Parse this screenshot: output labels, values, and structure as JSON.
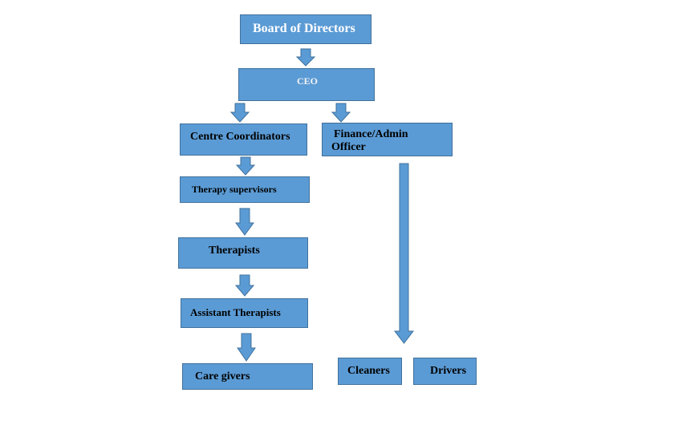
{
  "colors": {
    "box_fill": "#5b9bd5",
    "box_border": "#41719c",
    "ceo_text": "#f2f2f2"
  },
  "nodes": {
    "board": "Board of Directors",
    "ceo": "CEO",
    "centre_coordinators": "Centre Coordinators",
    "finance_admin_line1": "Finance/Admin",
    "finance_admin_line2": "Officer",
    "therapy_supervisors": "Therapy supervisors",
    "therapists": "Therapists",
    "assistant_therapists": "Assistant Therapists",
    "care_givers": "Care givers",
    "cleaners": "Cleaners",
    "drivers": "Drivers"
  }
}
